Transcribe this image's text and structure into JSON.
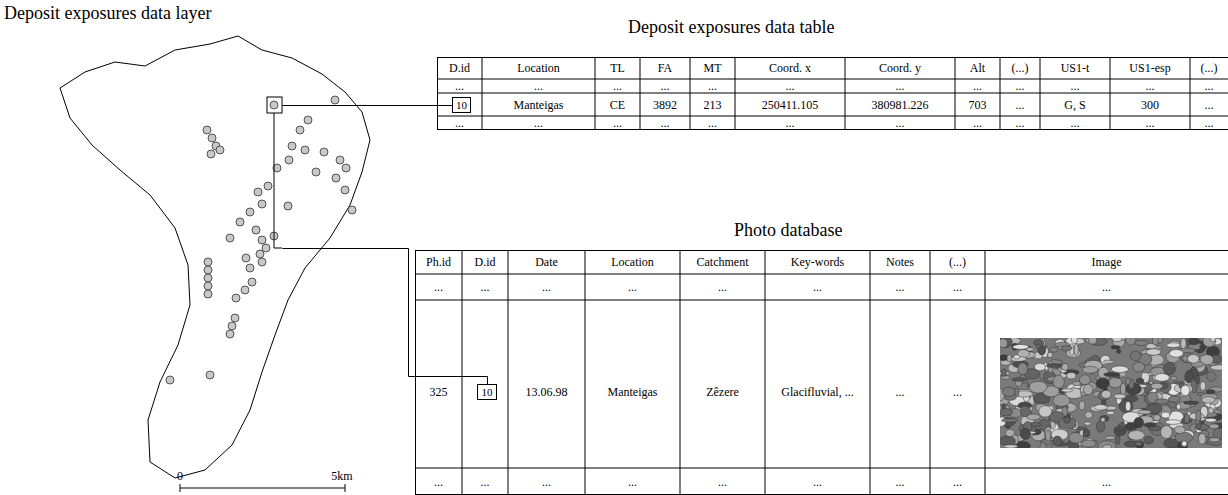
{
  "diagram": {
    "nodes": [
      {
        "text": [
          "Deposit exposures data layer"
        ]
      },
      {
        "text": [
          "Deposit exposures data table"
        ]
      },
      {
        "text": [
          "10"
        ],
        "in": 1
      },
      {
        "text": [
          "Photo database"
        ]
      },
      {
        "text": [
          "10"
        ],
        "in": 3
      }
    ],
    "edges": [
      {
        "from": 0,
        "to": 2,
        "arrow": "none"
      },
      {
        "from": 0,
        "to": 4,
        "arrow": "none"
      }
    ],
    "labels": [
      "0",
      "5km",
      "D.id",
      "Location",
      "TL",
      "FA",
      "MT",
      "Coord. x",
      "Coord. y",
      "Alt",
      "(...)",
      "US1-t",
      "US1-esp",
      "(...)",
      "...",
      "...",
      "...",
      "...",
      "...",
      "...",
      "...",
      "...",
      "...",
      "...",
      "...",
      "...",
      "Manteigas",
      "CE",
      "3892",
      "213",
      "250411.105",
      "380981.226",
      "703",
      "...",
      "G, S",
      "300",
      "...",
      "...",
      "...",
      "...",
      "...",
      "...",
      "...",
      "...",
      "...",
      "...",
      "...",
      "...",
      "...",
      "Ph.id",
      "D.id",
      "Date",
      "Location",
      "Catchment",
      "Key-words",
      "Notes",
      "(...)",
      "Image",
      "...",
      "...",
      "...",
      "...",
      "...",
      "...",
      "...",
      "...",
      "...",
      "325",
      "13.06.98",
      "Manteigas",
      "Zêzere",
      "Glacifluvial, ...",
      "...",
      "...",
      "...",
      "...",
      "...",
      "...",
      "...",
      "...",
      "...",
      "...",
      "..."
    ]
  }
}
